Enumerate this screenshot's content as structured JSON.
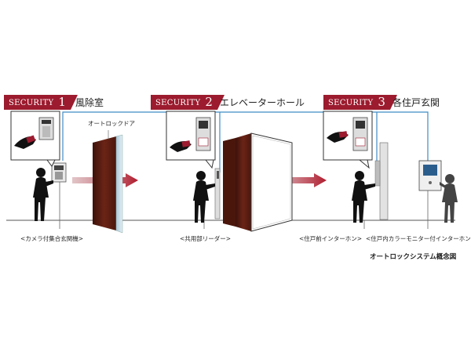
{
  "security_label": "SECURITY",
  "stages": [
    {
      "num": "1",
      "location": "風除室",
      "device_label": "<カメラ付集合玄関機>"
    },
    {
      "num": "2",
      "location": "エレベーターホール",
      "device_label": "<共用部リーダー>"
    },
    {
      "num": "3",
      "location": "各住戸玄関",
      "device_label": "<住戸前インターホン>"
    }
  ],
  "autolock_door_label": "オートロックドア",
  "monitor_label": "<住戸内カラーモニター付インターホン>",
  "caption": "オートロックシステム概念図",
  "colors": {
    "accent": "#9c1b2e",
    "door": "#5a1d12",
    "wire": "#3f8cc4",
    "figure": "#111111"
  }
}
